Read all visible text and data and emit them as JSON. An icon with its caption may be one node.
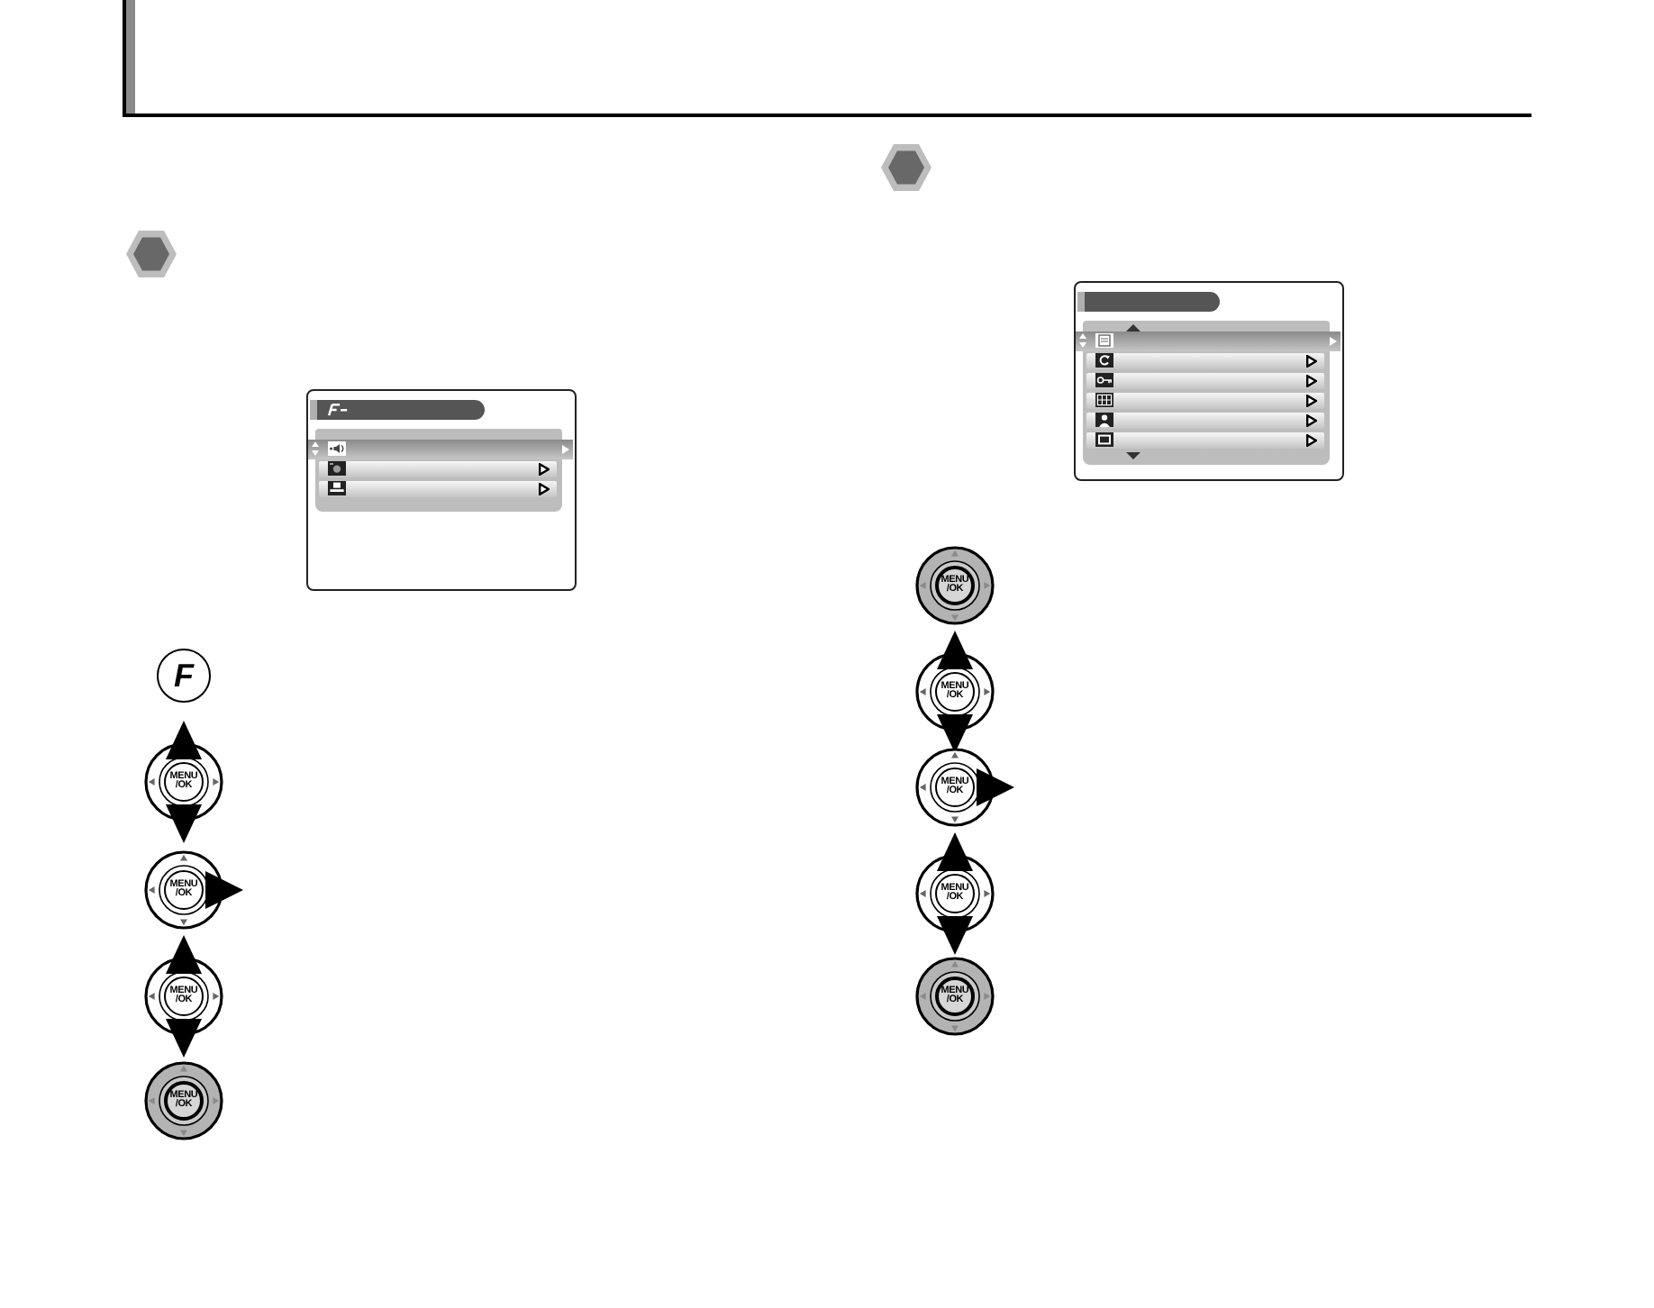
{
  "diagram": {
    "labels": [
      "F",
      "MENU /OK",
      "MENU /OK",
      "MENU /OK",
      "MENU /OK",
      "MENU /OK",
      "MENU /OK",
      "MENU /OK",
      "MENU /OK",
      "MENU /OK"
    ]
  }
}
